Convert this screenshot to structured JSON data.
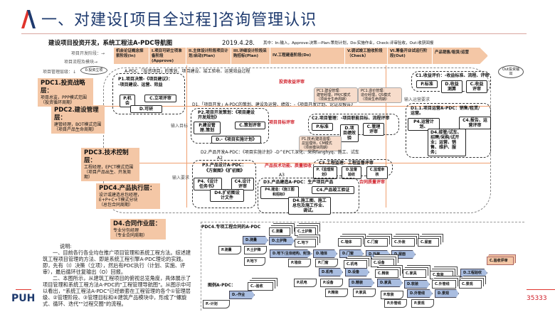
{
  "header": {
    "title": "一、对建设[项目全过程]咨询管理认识"
  },
  "diagram": {
    "title": "建设项目投资开发，系统工程法A-PDC导航图",
    "date": "2019.4.28.",
    "legend": "其中：In:输入，Approve:决策—Plan:策划计划，Do:实施作业，Check:评审验收，Out:收获回报",
    "row_labels": [
      "项目开发阶段：→",
      "项目流程及模块→",
      "项目管理层级：↓"
    ],
    "phases": [
      "机会论证概念探索阶段(In)",
      "I.项目可研立项准备阶段(Approve)",
      "II.主体设计阶段项目计划/启动(Plan)",
      "III.详细设计阶段采购招标(Plan)",
      "IV.工程建造阶段(Do)",
      "V.调试竣工验收阶段（Check）",
      "VI.筹备开业试运行阶段(Out)",
      "产品销售/租赁/运营"
    ],
    "clouds": [
      "0.投资立项",
      "Out投资输出"
    ],
    "apdc_line": "A-PDC.「投资项目」的策划、项目建设、竣工验收、运营效益过程",
    "layers": [
      {
        "title": "PDC1.投资战略层：",
        "l1": "项目总监，PPP模式范围",
        "l2": "（投资循环周期）"
      },
      {
        "title": "PDC2.建设管理层：",
        "l1": "建管经理，BOT模式范围",
        "l2": "（项目产品生命周期）"
      },
      {
        "title": "PDC3.技术控制层：",
        "l1": "工程经理，EPCT模式范围",
        "l2": "（项目产品出生、开发周期）"
      },
      {
        "title": "PDC4.产品执行层：",
        "l1": "设计或建造总包经理，",
        "l2": "E+P+C+T模式分块",
        "l3": "（总包合同周期）"
      },
      {
        "title": "D4.合同作业层：",
        "l1": "专业分包经理",
        "l2": "（专业合同周期）"
      }
    ],
    "p1": {
      "title": "P1.项目决策-《项目建议》：",
      "sub": "-项目建设、运营、效益",
      "p": "P.机会",
      "c": "C.立项评审",
      "d": "D.可研"
    },
    "d1_line": "D1.「项目开发」A-PDC的策划、建设及运营、绩效：-《项目开发计划、论证及报告》",
    "p2": {
      "title": "P2.项目开发策划：《项目建设开发规划》",
      "p": "P.建设管理.策划",
      "c": "C.策划评审",
      "d": "D.-《项目实施计划》"
    },
    "c1": {
      "title": "C1.收益评价：-收益标准、流程、评审",
      "p": "P.标准",
      "d": "D.收益测算",
      "c": "C.收益评审"
    },
    "pc1a": {
      "l1": "PC1.建设管理:",
      "l2": "建管经理，PM/C模式",
      "l3": "（项目全生命周期）"
    },
    "pc1b": {
      "l1": "PC1.造价管理:",
      "l2": "造价经理，QS模式",
      "l3": "（项目生命周期）"
    },
    "c2": {
      "title": "C2.项目管理：-项目职能目标、流程评审",
      "p": "P.标准",
      "d": "D.项目绩效验",
      "c": "C.管理评审"
    },
    "p1t": {
      "l1": "P1.技术/建造监理:",
      "l2": "总监理师，CM模式",
      "l3": "（项目模块周期）"
    },
    "d11": {
      "title": "D1.1.项目运营A-PDC：销售/租赁/运营。",
      "p": "P4.运营计划、",
      "c": "C4.报告、运营评审",
      "d": "D4.接管/试车、招聘/采购/试开业；运营、销售、维护、服务；"
    },
    "d2_line": "D2.产品开发A-PDC：《项目实施计划》-D^EPCT.深化、采购fanghyq、施工、试车",
    "p3": {
      "title": "P3.产品设计A-PDC：",
      "sub": "《方案图》《扩初图》",
      "p": "P4.《设计任务书》",
      "c": "C4.设计评审",
      "d": "D4.扩初图设计文件"
    },
    "c3": {
      "title": "C3.工程监理：工程监督评审",
      "p": "P.《监理规划》",
      "d": "D.监督验收",
      "c": "C.监理审核"
    },
    "d3": {
      "title": "D3.产品建造A-PDC：生产项目产品",
      "p": "P4.建造：《施工图和招标》",
      "c": "C4.产品竣工验证",
      "d": "D4.施工图、施工总包及施工作业、调试。"
    },
    "reviews": [
      "投资收益评审",
      "项目目标评审",
      "产品技术功能、质量验收",
      "合同质量评审"
    ],
    "inputs": [
      "输入目标",
      "输入要求",
      "输入运营要求"
    ],
    "marks": [
      "A2",
      "A3"
    ],
    "pdc4_title": "PDC4.专项工程合同的A-PDC",
    "boxes": [
      "C.测量",
      "D.测量",
      "P.测量",
      "P.土护降",
      "D.土护降",
      "C.土护降",
      "D.地下/主体结构、封顶",
      "C.地下",
      "P.地下",
      "C.墙体",
      "C.门窗",
      "C.外装",
      "C.屋面",
      "D.墙体",
      "D.门窗",
      "D.外装",
      "D.屋面",
      "P.墙体",
      "P.门窗",
      "C.机电",
      "C.设备",
      "D.机电",
      "D.设备",
      "C.精装",
      "C.家具",
      "C.软装",
      "D.工程验收",
      "C.验收评审",
      "P.机电",
      "P.设备",
      "D.精装",
      "D.家具",
      "D.软装",
      "C.外管线",
      "C.景观",
      "P.精装",
      "P.家具",
      "P.软装",
      "D.外管线",
      "D.景观",
      "P.外管线",
      "P.景观"
    ],
    "legend_box": {
      "label": "图例A-PDC：",
      "c": "C.-验收",
      "d": "D.-作业",
      "p": "P.-计划"
    },
    "description": [
      "说明:",
      "一、目前各行各业均在推广项目管理和系统工程方法。综述建筑工程项目管理的方法、即是系统工程引擎A-PDC理论的实践。即，先有（I）决策（立项），然后有PDC执行（计划、实施、评审），最后循环往复输出（O）回报。",
      "二、本图所示，从建筑工程项目的俯视总览角度，具体展示了项目管理和系统工程方法A-PDC的\"工程管理导航图\"。从图示中可以看出，\"系统工程法A-PDC\"已经嵌套在工程管理的各个①管理层级、②管理阶段、③管理目标和④建筑产品模块中，形成了\"螺旋式、循环、迭代\"\"过程交圈\"的流程。"
    ]
  },
  "footer": {
    "brand": "PUH",
    "page_code": "35333"
  },
  "colors": {
    "accent": "#f4c7a6",
    "navy": "#1e3a6e",
    "red": "#d0202a",
    "blue_box": "#a9bde0"
  }
}
